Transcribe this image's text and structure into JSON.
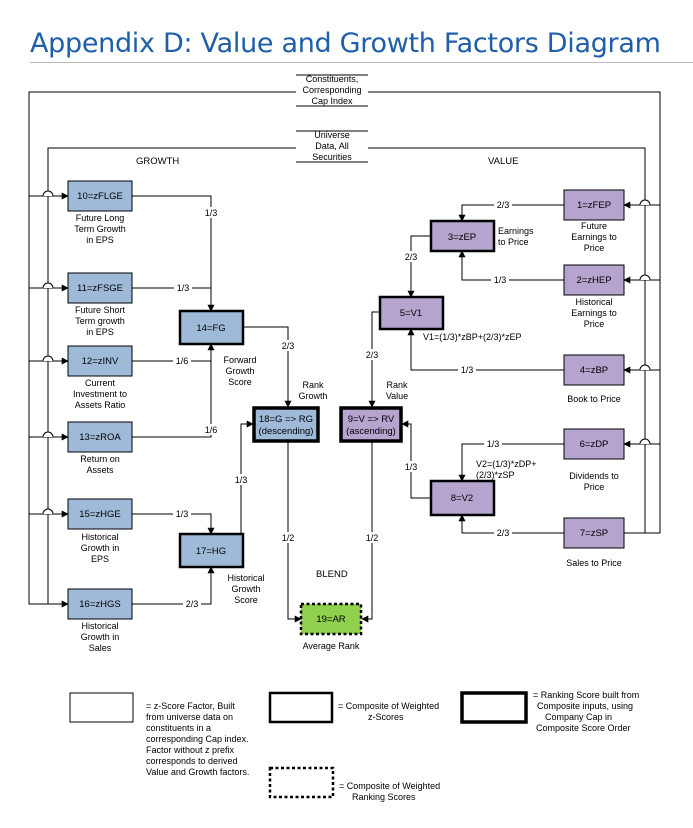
{
  "title": "Appendix D: Value and Growth Factors Diagram",
  "headers": {
    "growth": "GROWTH",
    "value": "VALUE",
    "blend": "BLEND"
  },
  "sources": {
    "constituents": [
      "Constituents,",
      "Corresponding",
      "Cap Index"
    ],
    "universe": [
      "Universe",
      "Data, All",
      "Securities"
    ]
  },
  "factors": {
    "zflge": {
      "label": "10=zFLGE",
      "caption": [
        "Future Long",
        "Term Growth",
        "in EPS"
      ]
    },
    "zfsge": {
      "label": "11=zFSGE",
      "caption": [
        "Future Short",
        "Term growth",
        "in EPS"
      ]
    },
    "zinv": {
      "label": "12=zINV",
      "caption": [
        "Current",
        "Investment to",
        "Assets Ratio"
      ]
    },
    "zroa": {
      "label": "13=zROA",
      "caption": [
        "Return on",
        "Assets"
      ]
    },
    "zhge": {
      "label": "15=zHGE",
      "caption": [
        "Historical",
        "Growth in",
        "EPS"
      ]
    },
    "zhgs": {
      "label": "16=zHGS",
      "caption": [
        "Historical",
        "Growth in",
        "Sales"
      ]
    },
    "zfep": {
      "label": "1=zFEP",
      "caption": [
        "Future",
        "Earnings to",
        "Price"
      ]
    },
    "zhep": {
      "label": "2=zHEP",
      "caption": [
        "Historical",
        "Earnings to",
        "Price"
      ]
    },
    "zbp": {
      "label": "4=zBP",
      "caption": [
        "Book to Price"
      ]
    },
    "zdp": {
      "label": "6=zDP",
      "caption": [
        "Dividends to",
        "Price"
      ]
    },
    "zsp": {
      "label": "7=zSP",
      "caption": [
        "Sales to Price"
      ]
    }
  },
  "composites": {
    "fg": {
      "label": "14=FG",
      "caption": [
        "Forward",
        "Growth",
        "Score"
      ]
    },
    "hg": {
      "label": "17=HG",
      "caption": [
        "Historical",
        "Growth",
        "Score"
      ]
    },
    "zep": {
      "label": "3=zEP",
      "caption": [
        "Earnings",
        "to Price"
      ]
    },
    "v1": {
      "label": "5=V1",
      "formula": "V1=(1/3)*zBP+(2/3)*zEP"
    },
    "v2": {
      "label": "8=V2",
      "formula": [
        "V2=(1/3)*zDP+",
        "(2/3)*zSP"
      ]
    }
  },
  "ranks": {
    "rg": {
      "label": [
        "18=G => RG",
        "(descending)"
      ],
      "caption": [
        "Rank",
        "Growth"
      ]
    },
    "rv": {
      "label": [
        "9=V => RV",
        "(ascending)"
      ],
      "caption": [
        "Rank",
        "Value"
      ]
    },
    "ar": {
      "label": "19=AR",
      "caption": "Average Rank"
    }
  },
  "weights": {
    "flge_fg": "1/3",
    "fsge_fg": "1/3",
    "inv_fg": "1/6",
    "roa_fg": "1/6",
    "hge_hg": "1/3",
    "hgs_hg": "2/3",
    "fg_rg": "2/3",
    "hg_rg": "1/3",
    "fep_zep": "2/3",
    "hep_zep": "1/3",
    "zep_v1": "2/3",
    "bp_v1": "1/3",
    "v1_rv": "2/3",
    "dp_v2": "1/3",
    "sp_v2": "2/3",
    "v2_rv": "1/3",
    "rg_ar": "1/2",
    "rv_ar": "1/2"
  },
  "legend": {
    "zscore": [
      "= z-Score Factor, Built",
      "from universe data on",
      "constituents in a",
      "corresponding Cap index.",
      "Factor without z prefix",
      "corresponds to derived",
      "Value and Growth factors."
    ],
    "composite": [
      "= Composite of Weighted",
      "z-Scores"
    ],
    "ranking": [
      "= Ranking Score built from",
      "Composite inputs, using",
      "Company Cap in",
      "Composite Score Order"
    ],
    "composite_rank": [
      "= Composite of Weighted",
      "Ranking Scores"
    ]
  },
  "colors": {
    "factor": "#9fbad8",
    "value": "#b4a4ce",
    "blend": "#8fd14f",
    "title": "#1f5ea8"
  }
}
